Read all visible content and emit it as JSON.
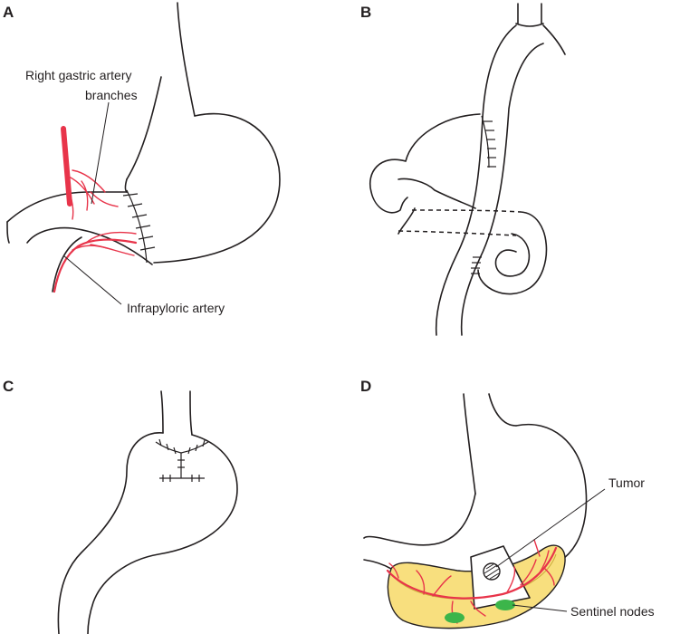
{
  "panels": [
    {
      "letter": "A",
      "labels": [
        "Right gastric artery",
        "branches",
        "Infrapyloric artery"
      ]
    },
    {
      "letter": "B",
      "labels": []
    },
    {
      "letter": "C",
      "labels": []
    },
    {
      "letter": "D",
      "labels": [
        "Tumor",
        "Sentinel nodes"
      ]
    }
  ],
  "colors": {
    "outline": "#231f20",
    "artery": "#e8344a",
    "omentum_fill": "#f8df7e",
    "omentum_edge": "#c9a93a",
    "sentinel_node": "#3cb54a"
  }
}
